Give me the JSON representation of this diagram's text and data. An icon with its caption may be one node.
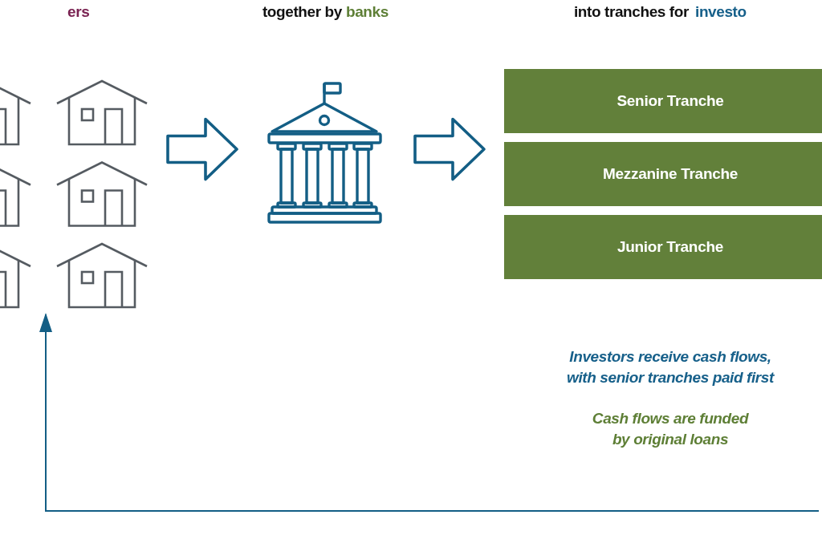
{
  "diagram": {
    "nodes": [
      {
        "text": [],
        "shape": "picture"
      },
      {
        "text": [],
        "shape": "picture"
      },
      {
        "text": [
          "Senior Tranche"
        ]
      },
      {
        "text": [
          "Mezzanine Tranche"
        ]
      },
      {
        "text": [
          "Junior Tranche"
        ]
      }
    ],
    "edges": [
      {
        "from": 0,
        "to": 1,
        "arrow": "to",
        "style": "thick"
      },
      {
        "from": 1,
        "to": 3,
        "arrow": "to",
        "style": "thick"
      },
      {
        "from": null,
        "to": 0,
        "arrow": "to"
      }
    ],
    "labels": [
      "ers",
      "together by",
      "banks",
      "into tranches for",
      "investo",
      "Investors receive cash flows, with senior tranches paid first",
      "Cash flows are funded by original loans"
    ]
  }
}
